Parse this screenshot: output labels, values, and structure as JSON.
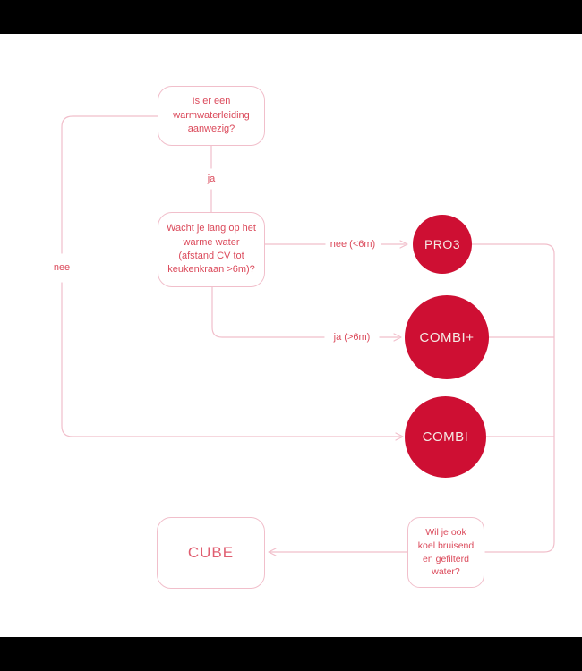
{
  "colors": {
    "black_bar": "#000000",
    "line_pink": "#F1BFCB",
    "text_red": "#DB4A5B",
    "circle_red": "#CE0F33",
    "circle_label": "#F5E9E4",
    "cube_text": "#E05E70"
  },
  "flowchart": {
    "nodes": {
      "q1": {
        "text": "Is er een warmwaterleiding aanwezig?"
      },
      "q2": {
        "text": "Wacht je lang op het warme water (afstand CV tot keukenkraan >6m)?"
      },
      "q3": {
        "text": "Wil je ook koel bruisend en gefilterd water?"
      },
      "pro3": {
        "label": "PRO3"
      },
      "combiplus": {
        "label": "COMBI+"
      },
      "combi": {
        "label": "COMBI"
      },
      "cube": {
        "label": "CUBE"
      }
    },
    "edges": {
      "ja": "ja",
      "nee": "nee",
      "nee_6m": "nee (<6m)",
      "ja_6m": "ja (>6m)"
    }
  }
}
